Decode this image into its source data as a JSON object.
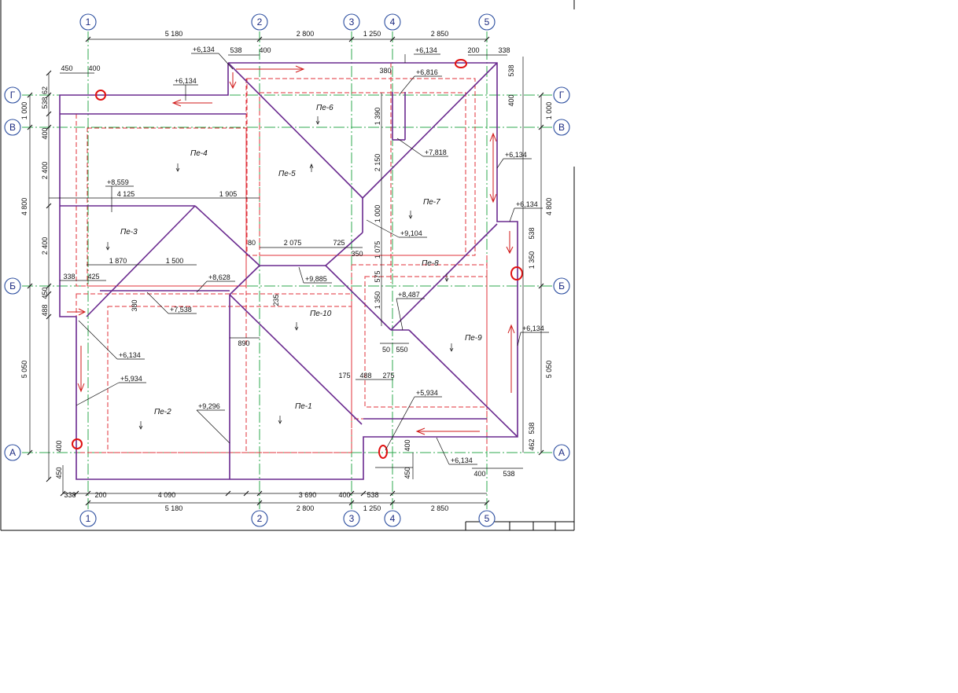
{
  "axes": {
    "vertical": [
      "1",
      "2",
      "3",
      "4",
      "5"
    ],
    "horizontal": [
      "Г",
      "В",
      "Б",
      "А"
    ]
  },
  "dims_top": [
    "5 180",
    "2 800",
    "1 250",
    "2 850"
  ],
  "dims_bottom": [
    "338",
    "200",
    "4 090",
    "3 690",
    "400",
    "538",
    "5 180",
    "2 800",
    "1 250",
    "2 850"
  ],
  "dims_left": [
    "1 000",
    "4 800",
    "5 050",
    "400",
    "2 400",
    "2 400",
    "450",
    "488",
    "538",
    "62",
    "400",
    "450"
  ],
  "dims_right": [
    "1 000",
    "4 800",
    "5 050",
    "538",
    "400",
    "538",
    "1 350",
    "538",
    "462",
    "400",
    "450"
  ],
  "dims_inner": [
    "450",
    "400",
    "538",
    "400",
    "200",
    "338",
    "380",
    "1 390",
    "2 150",
    "1 000",
    "1 075",
    "575",
    "1 350",
    "4 125",
    "1 905",
    "1 870",
    "1 500",
    "338",
    "425",
    "380",
    "80",
    "2 075",
    "725",
    "350",
    "235",
    "890",
    "175",
    "488",
    "275",
    "50",
    "550",
    "400",
    "538"
  ],
  "elevations": [
    "+6,134",
    "+6,134",
    "+6,134",
    "+6,816",
    "+7,818",
    "+6,134",
    "+8,559",
    "+6,134",
    "+9,104",
    "+8,628",
    "+7,538",
    "+9,885",
    "+8,487",
    "+6,134",
    "+6,134",
    "+5,934",
    "+9,296",
    "+5,934",
    "+6,134"
  ],
  "slopes": [
    "Пе-6",
    "Пе-4",
    "Пе-5",
    "Пе-7",
    "Пе-3",
    "Пе-8",
    "Пе-10",
    "Пе-9",
    "Пе-2",
    "Пе-1"
  ],
  "colors": {
    "axis": "#2fa84f",
    "roof": "#6a2a8f",
    "wall": "#e0303a",
    "arrow": "#d01a1a",
    "bubble": "#2d4fa0"
  }
}
